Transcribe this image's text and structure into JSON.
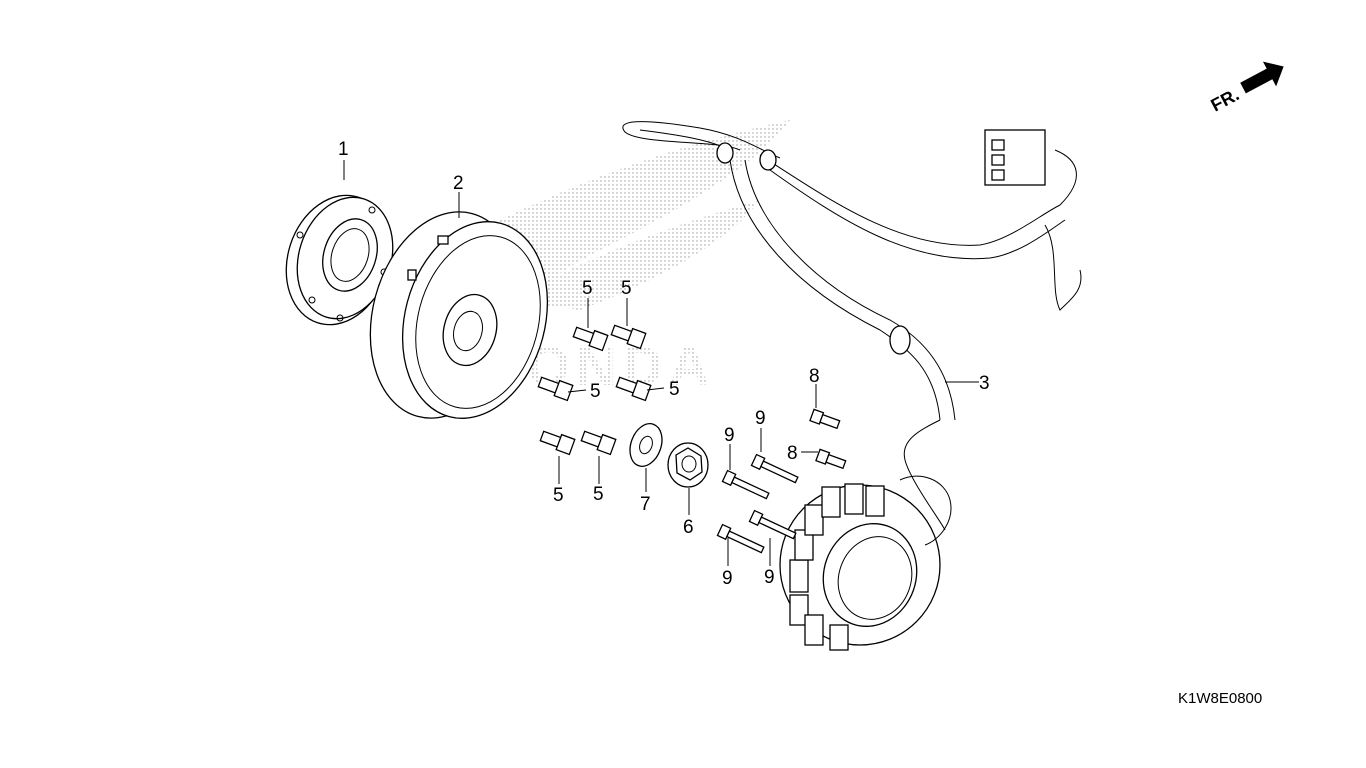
{
  "diagram": {
    "reference_code": "K1W8E0800",
    "direction_label": "FR.",
    "watermark_text": "HONDA",
    "callouts": [
      {
        "id": "c1",
        "label": "1"
      },
      {
        "id": "c2",
        "label": "2"
      },
      {
        "id": "c3",
        "label": "3"
      },
      {
        "id": "c5a",
        "label": "5"
      },
      {
        "id": "c5b",
        "label": "5"
      },
      {
        "id": "c5c",
        "label": "5"
      },
      {
        "id": "c5d",
        "label": "5"
      },
      {
        "id": "c5e",
        "label": "5"
      },
      {
        "id": "c5f",
        "label": "5"
      },
      {
        "id": "c6",
        "label": "6"
      },
      {
        "id": "c7",
        "label": "7"
      },
      {
        "id": "c8a",
        "label": "8"
      },
      {
        "id": "c8b",
        "label": "8"
      },
      {
        "id": "c9a",
        "label": "9"
      },
      {
        "id": "c9b",
        "label": "9"
      },
      {
        "id": "c9c",
        "label": "9"
      },
      {
        "id": "c9d",
        "label": "9"
      }
    ]
  }
}
